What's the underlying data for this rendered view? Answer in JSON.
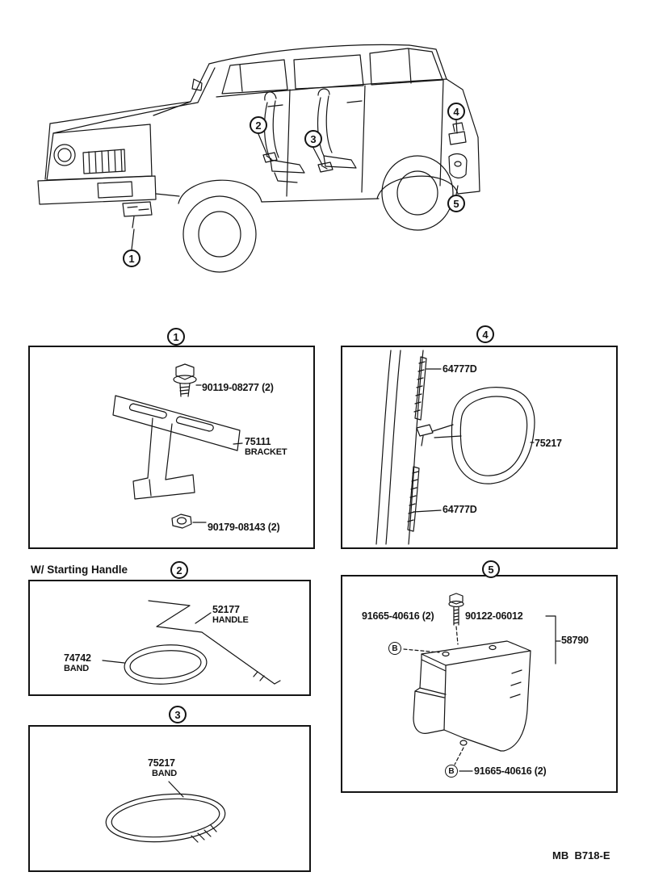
{
  "page": {
    "footer_code": "MB  B718-E"
  },
  "vehicle": {
    "callouts": {
      "c1": "1",
      "c2": "2",
      "c3": "3",
      "c4": "4",
      "c5": "5"
    }
  },
  "sections": {
    "s1": {
      "callout": "1",
      "bolt_label": "90119-08277 (2)",
      "part_number": "75111",
      "part_name": "BRACKET",
      "nut_label": "90179-08143 (2)"
    },
    "s2": {
      "callout": "2",
      "note": "W/ Starting Handle",
      "handle_number": "52177",
      "handle_name": "HANDLE",
      "band_number": "74742",
      "band_name": "BAND"
    },
    "s3": {
      "callout": "3",
      "band_number": "75217",
      "band_name": "BAND"
    },
    "s4": {
      "callout": "4",
      "strip_top_label": "64777D",
      "band_label": "75217",
      "strip_bottom_label": "64777D"
    },
    "s5": {
      "callout": "5",
      "screw_top_label": "91665-40616 (2)",
      "bolt_label": "90122-06012",
      "bracket_label": "58790",
      "screw_bottom_label": "91665-40616 (2)",
      "fastener_symbol": "B"
    }
  }
}
